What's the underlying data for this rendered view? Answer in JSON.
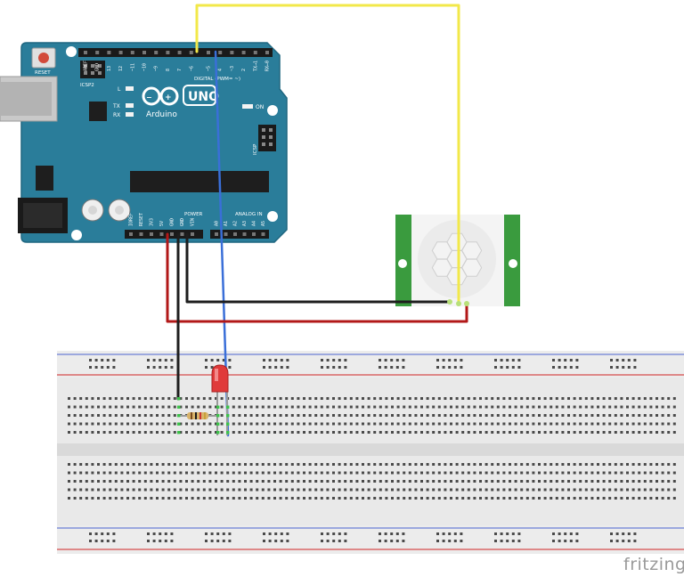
{
  "board": {
    "reset_label": "RESET",
    "icsp2_label": "ICSP2",
    "l_label": "L",
    "tx_label": "TX",
    "rx_label": "RX",
    "brand": "Arduino",
    "model": "UNO",
    "on_label": "ON",
    "icsp_label": "ICSP",
    "digital_label": "DIGITAL (PWM= ~)",
    "power_label": "POWER",
    "analog_label": "ANALOG IN",
    "digital_pins": [
      "AREF",
      "GND",
      "13",
      "12",
      "~11",
      "~10",
      "~9",
      "8",
      "7",
      "~6",
      "~5",
      "4",
      "~3",
      "2",
      "TX→1",
      "RX←0"
    ],
    "power_pins": [
      "IOREF",
      "RESET",
      "3V3",
      "5V",
      "GND",
      "GND",
      "VIN"
    ],
    "analog_pins": [
      "A0",
      "A1",
      "A2",
      "A3",
      "A4",
      "A5"
    ]
  },
  "watermark": "fritzing",
  "colors": {
    "board": "#2a7d9a",
    "board_edge": "#1f6680",
    "wire_yellow": "#f2e84a",
    "wire_blue": "#3a6fd8",
    "wire_red": "#b21818",
    "wire_black": "#1e1e1e",
    "pir_green": "#3a9b3e",
    "led_red": "#e03a3a",
    "breadboard": "#e6e6e6"
  }
}
